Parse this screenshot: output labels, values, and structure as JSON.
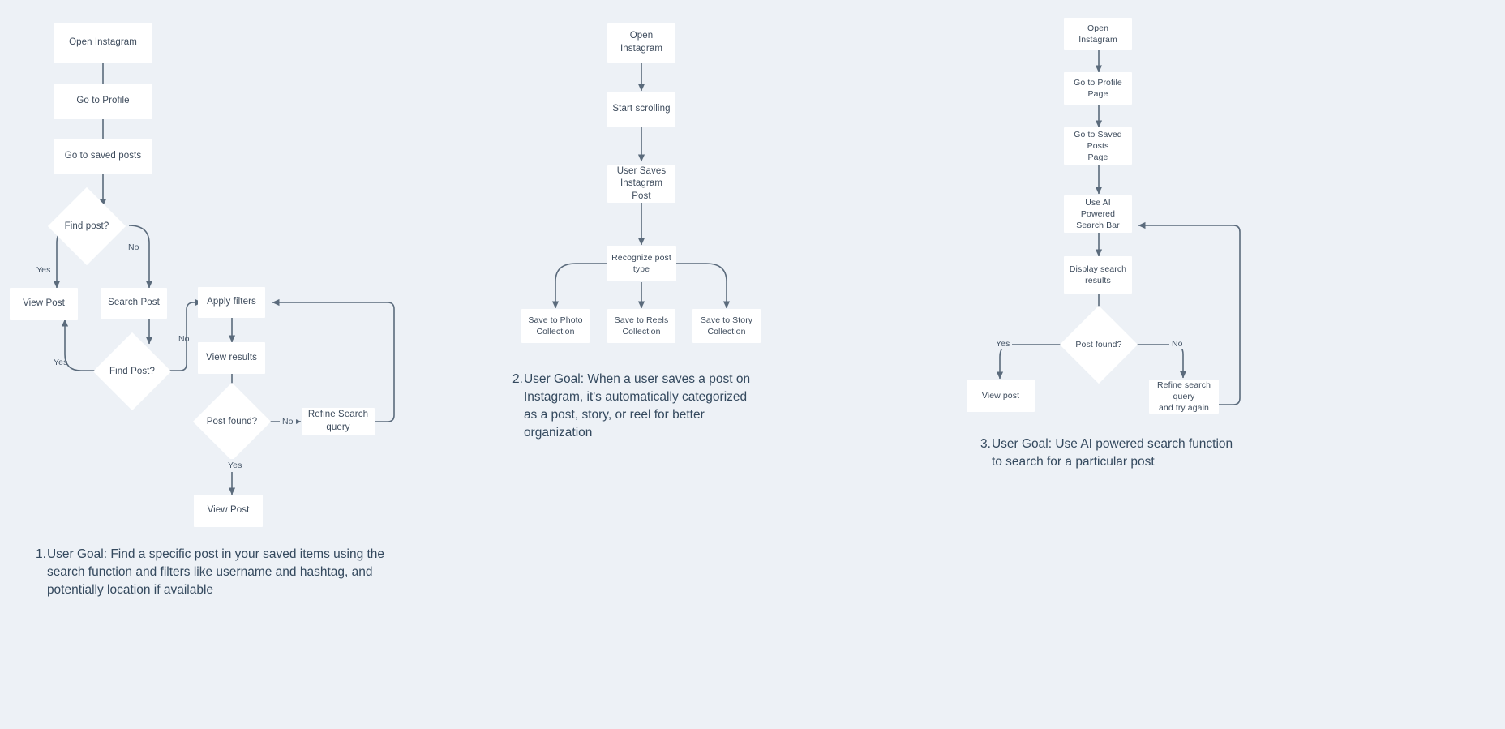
{
  "canvas": {
    "background": "#edf1f6",
    "node_fill": "#ffffff",
    "line_color": "#5b6b7c",
    "text_color": "#3d4b5c"
  },
  "flow1": {
    "nodes": {
      "open_instagram": "Open Instagram",
      "go_to_profile": "Go to Profile",
      "go_to_saved_posts": "Go to saved posts",
      "find_post_q1": "Find post?",
      "view_post_left": "View Post",
      "search_post": "Search Post",
      "find_post_q2": "Find Post?",
      "apply_filters": "Apply filters",
      "view_results": "View results",
      "post_found_q": "Post found?",
      "refine_search_query": "Refine Search query",
      "view_post_final": "View  Post"
    },
    "edge_labels": {
      "yes_1": "Yes",
      "no_1": "No",
      "yes_2": "Yes",
      "no_2": "No",
      "no_3": "No",
      "yes_3": "Yes"
    },
    "caption": {
      "number": "1.",
      "text": "User Goal: Find a specific post in your saved items using the search function and filters like username and hashtag, and potentially location if available"
    }
  },
  "flow2": {
    "nodes": {
      "open_instagram": "Open Instagram",
      "start_scrolling": "Start scrolling",
      "user_saves_post": "User Saves\nInstagram Post",
      "recognize_post_type": "Recognize post type",
      "save_photo": "Save to Photo\nCollection",
      "save_reels": "Save to Reels\nCollection",
      "save_story": "Save to Story\nCollection"
    },
    "caption": {
      "number": "2.",
      "text": "User Goal: When a user saves a post on Instagram, it's automatically categorized as a post, story, or reel for better organization"
    }
  },
  "flow3": {
    "nodes": {
      "open_instagram": "Open Instagram",
      "go_to_profile_page": "Go to Profile Page",
      "go_to_saved_posts_page": "Go to Saved Posts\nPage",
      "use_ai_search_bar": "Use AI Powered\nSearch Bar",
      "display_search_results": "Display search\nresults",
      "post_found_q": "Post found?",
      "view_post": "View post",
      "refine_search_retry": "Refine search query\nand try again"
    },
    "edge_labels": {
      "yes": "Yes",
      "no": "No"
    },
    "caption": {
      "number": "3.",
      "text": "User Goal: Use AI powered search function to search for a particular post"
    }
  }
}
